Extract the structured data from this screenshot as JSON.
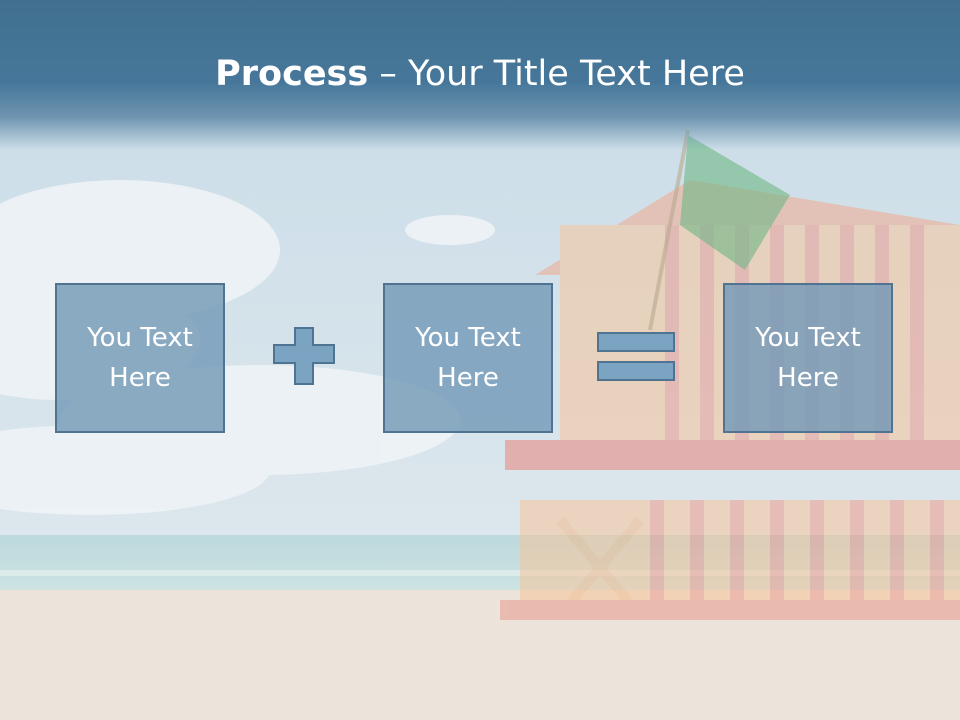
{
  "slide": {
    "title_bold": "Process",
    "title_rest": " – Your Title Text Here"
  },
  "process": {
    "boxes": [
      {
        "label": "You Text Here"
      },
      {
        "label": "You Text Here"
      },
      {
        "label": "You Text Here"
      }
    ],
    "operators": [
      "plus",
      "equals"
    ]
  },
  "colors": {
    "header": "#46779a",
    "box_fill": "#749ab7",
    "box_border": "#4f7390",
    "text": "#ffffff"
  }
}
